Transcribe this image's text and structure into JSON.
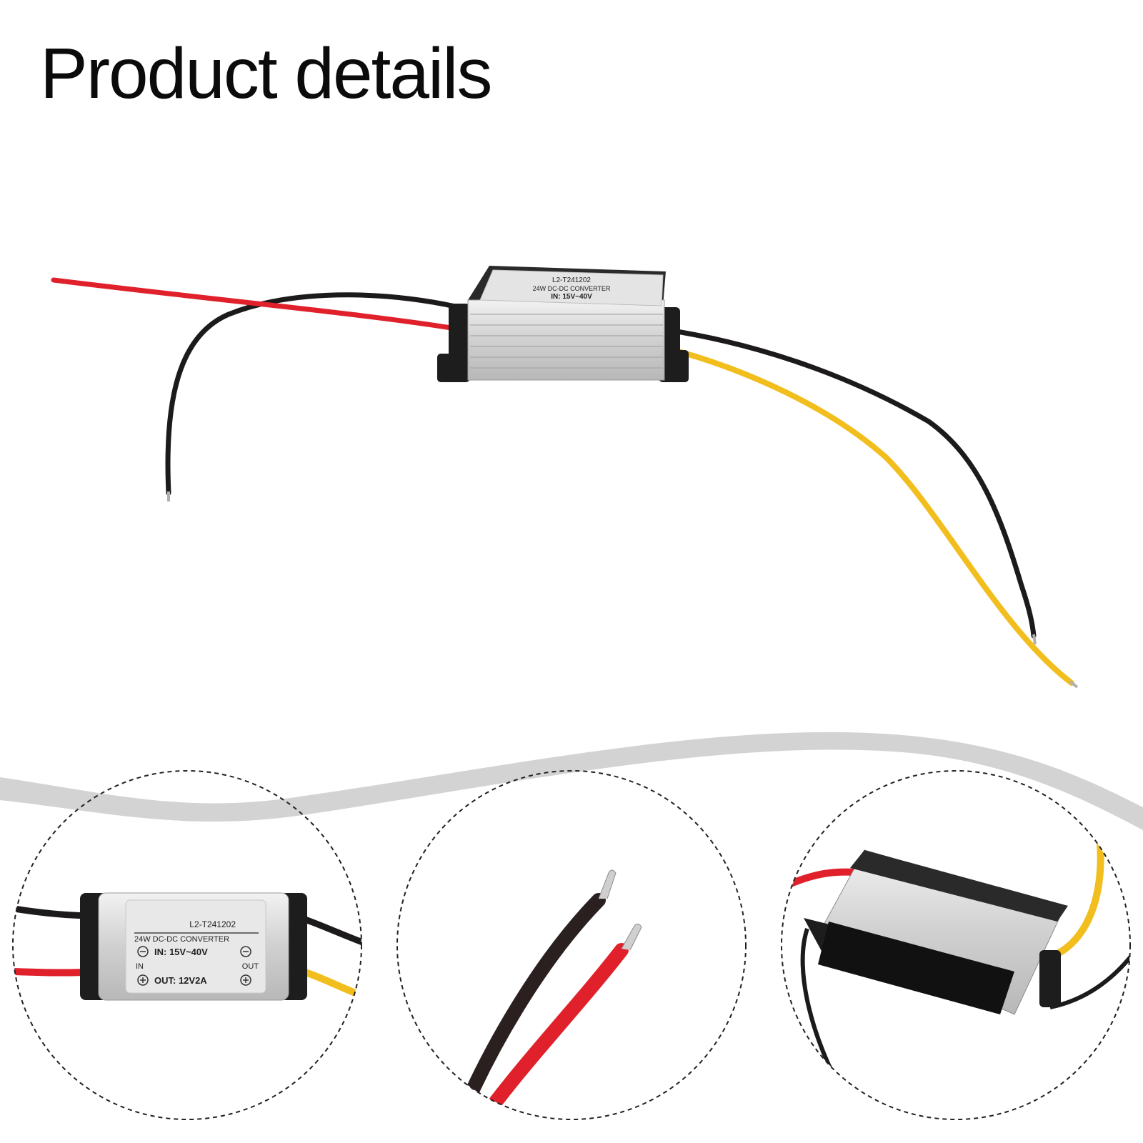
{
  "heading": "Product details",
  "product_label": {
    "model": "L2-T241202",
    "type": "24W DC-DC CONVERTER",
    "input": "IN: 15V~40V",
    "in_tag": "IN",
    "out_tag": "OUT",
    "output": "OUT: 12V2A"
  },
  "colors": {
    "wire_red": "#e0212b",
    "wire_black": "#1c1a1a",
    "wire_yellow": "#f2be1e",
    "housing": "#d9d9d9",
    "swoosh": "#d3d3d3"
  },
  "icons": [
    "minus-circle-icon",
    "plus-circle-icon"
  ]
}
